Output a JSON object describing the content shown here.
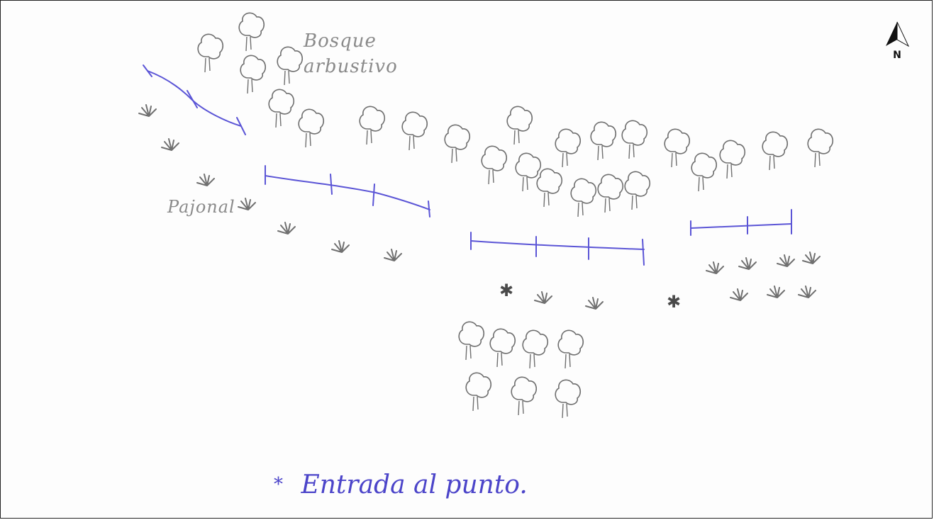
{
  "labels": {
    "forest": "Bosque\narbustivo",
    "grassland": "Pajonal"
  },
  "legend": {
    "symbol": "*",
    "text": "Entrada al punto."
  },
  "north_arrow": {
    "letter": "N"
  },
  "colors": {
    "pencil": "#8a8a8a",
    "transect_ink": "#5b55d6",
    "legend_ink": "#4b44c9"
  }
}
